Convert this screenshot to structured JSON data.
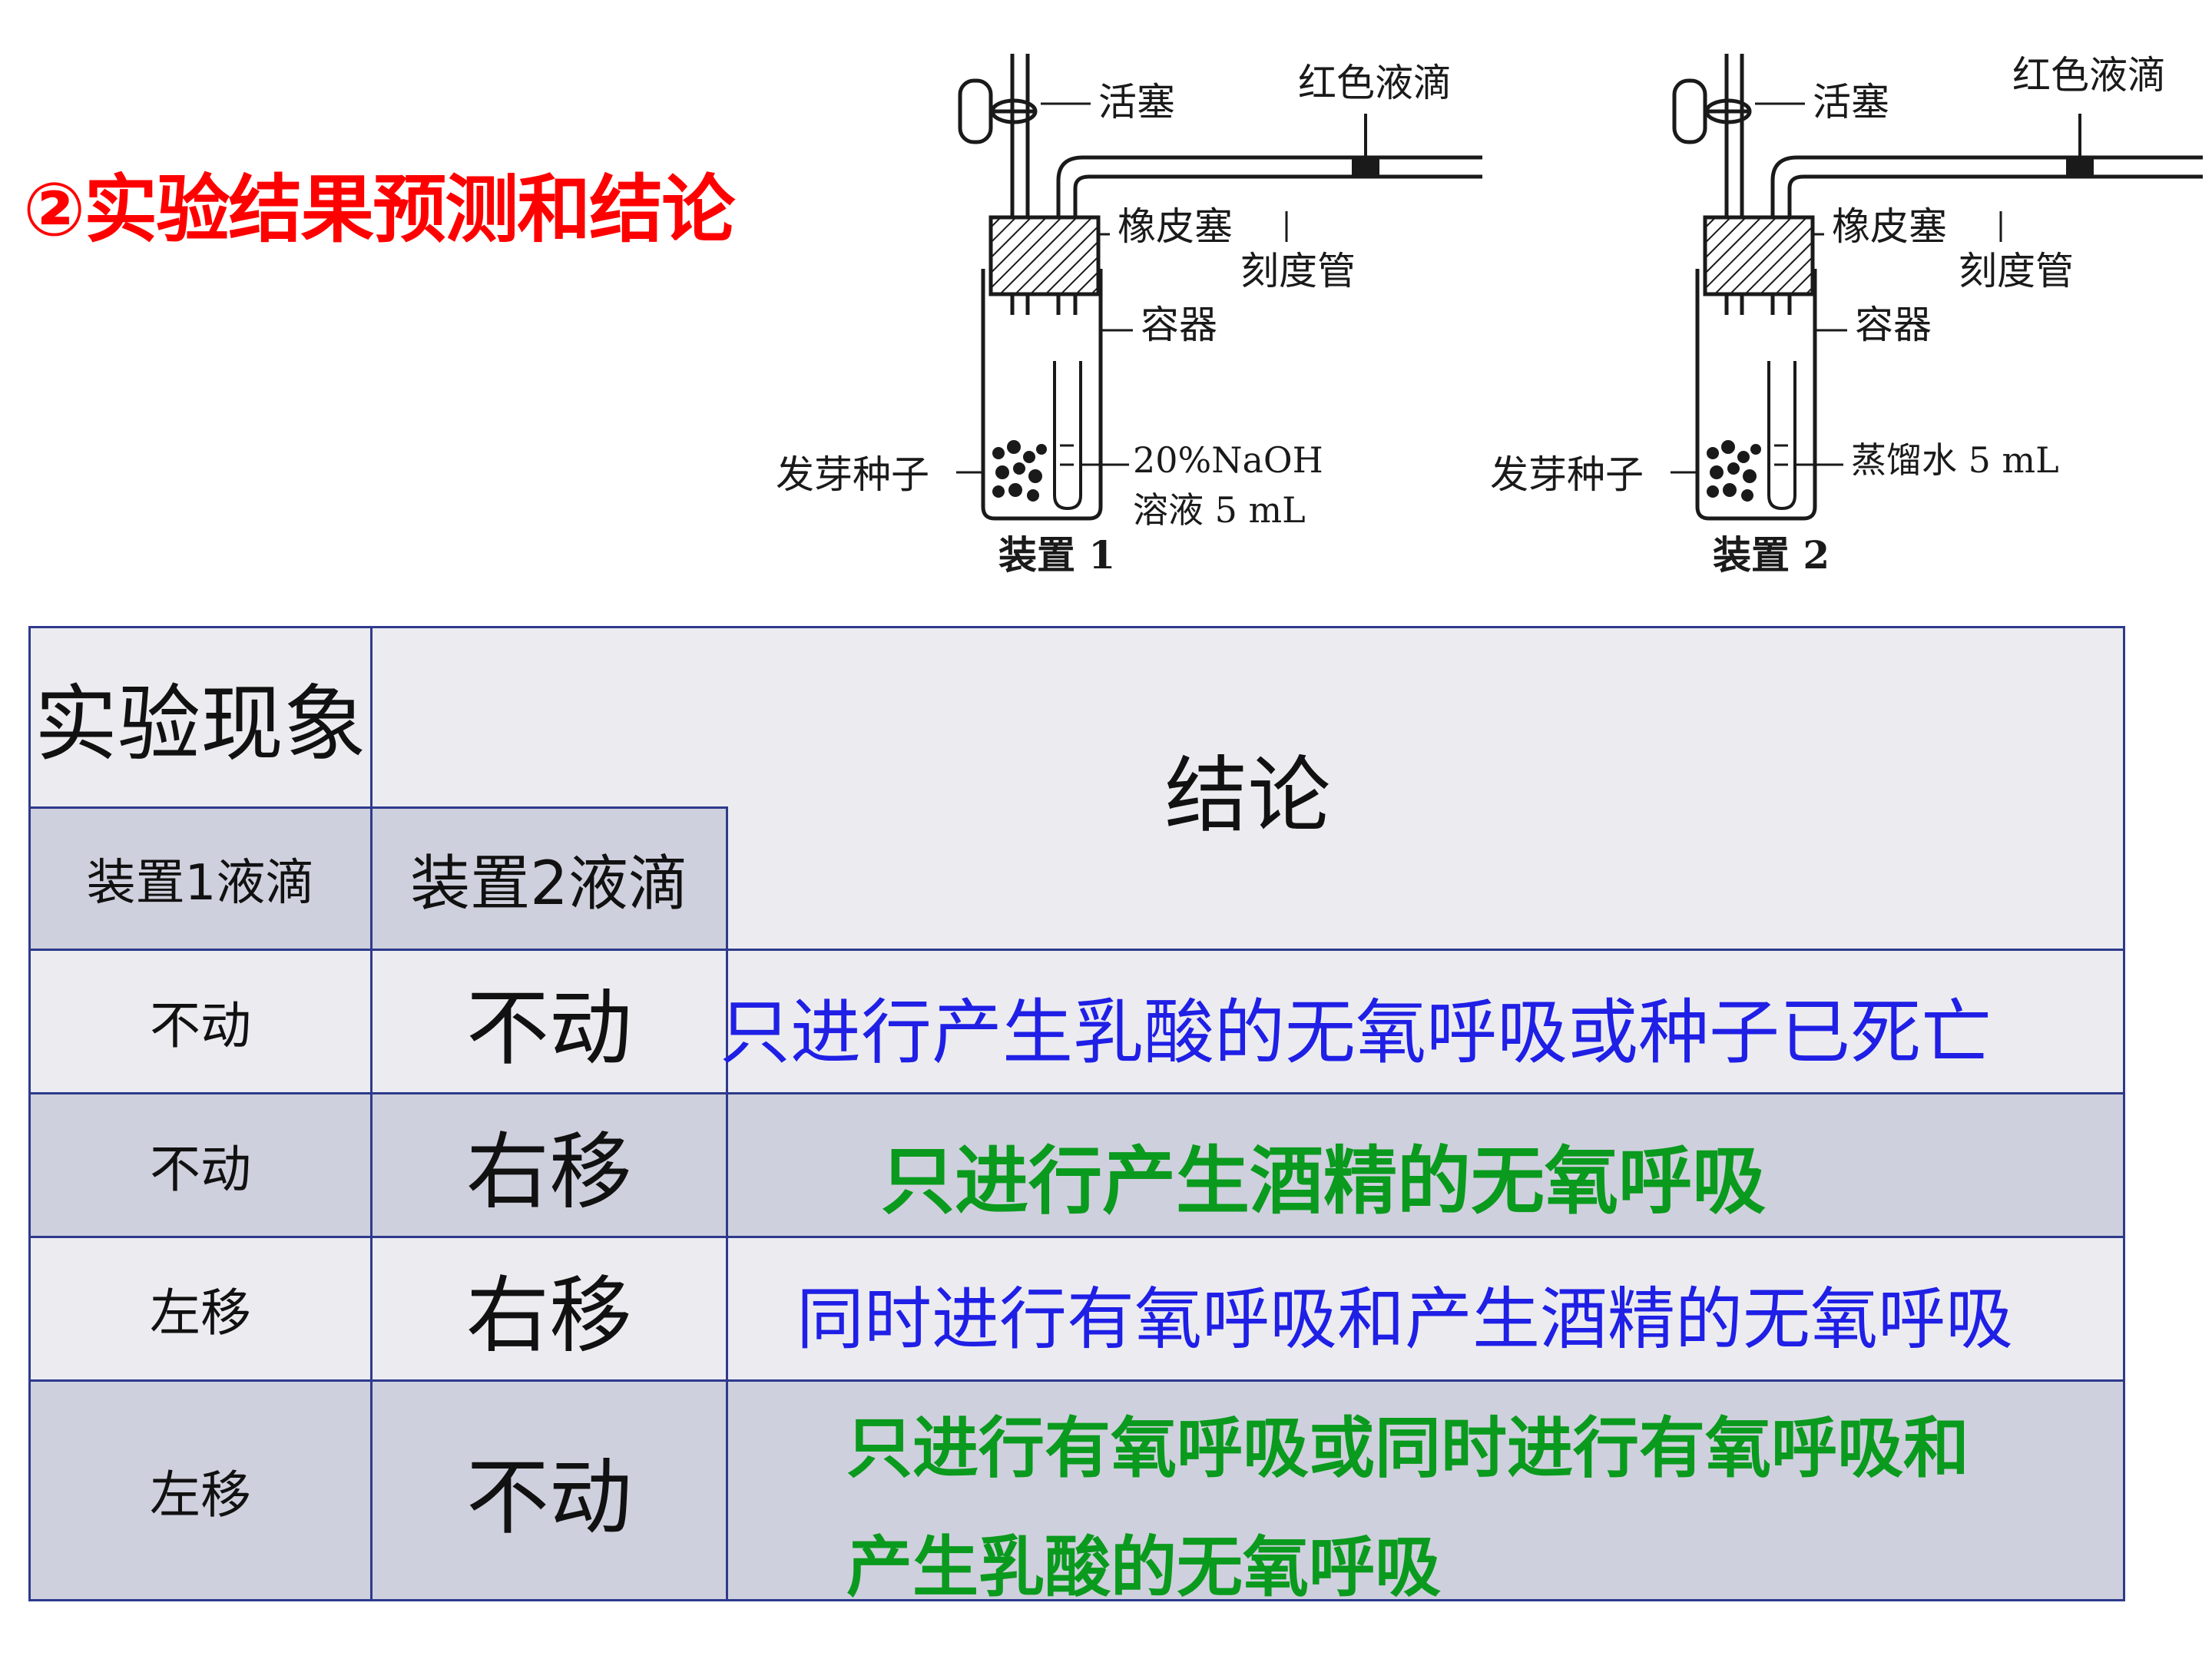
{
  "heading": "②实验结果预测和结论",
  "diagram": {
    "left": {
      "stopcock": "活塞",
      "red_drop": "红色液滴",
      "rubber_stopper": "橡皮塞",
      "graduated_tube": "刻度管",
      "container": "容器",
      "seeds": "发芽种子",
      "solution_line1": "20%NaOH",
      "solution_line2": "溶液 5 mL",
      "device": "装置 1"
    },
    "right": {
      "stopcock": "活塞",
      "red_drop": "红色液滴",
      "rubber_stopper": "橡皮塞",
      "graduated_tube": "刻度管",
      "container": "容器",
      "seeds": "发芽种子",
      "solution_line1": "蒸馏水 5 mL",
      "device": "装置 2"
    }
  },
  "table": {
    "phenomenon_header": "实验现象",
    "conclusion_header": "结论",
    "device1_header": "装置1液滴",
    "device2_header": "装置2液滴",
    "rows": [
      {
        "d1": "不动",
        "d2": "不动",
        "conclusion": "只进行产生乳酸的无氧呼吸或种子已死亡",
        "color": "#1f1fe6"
      },
      {
        "d1": "不动",
        "d2": "右移",
        "conclusion": "只进行产生酒精的无氧呼吸",
        "color": "#0a9a1e"
      },
      {
        "d1": "左移",
        "d2": "右移",
        "conclusion": "同时进行有氧呼吸和产生酒精的无氧呼吸",
        "color": "#1f1fe6"
      },
      {
        "d1": "左移",
        "d2": "不动",
        "conclusion_line1": "只进行有氧呼吸或同时进行有氧呼吸和",
        "conclusion_line2": "产生乳酸的无氧呼吸",
        "color": "#0a9a1e"
      }
    ]
  }
}
